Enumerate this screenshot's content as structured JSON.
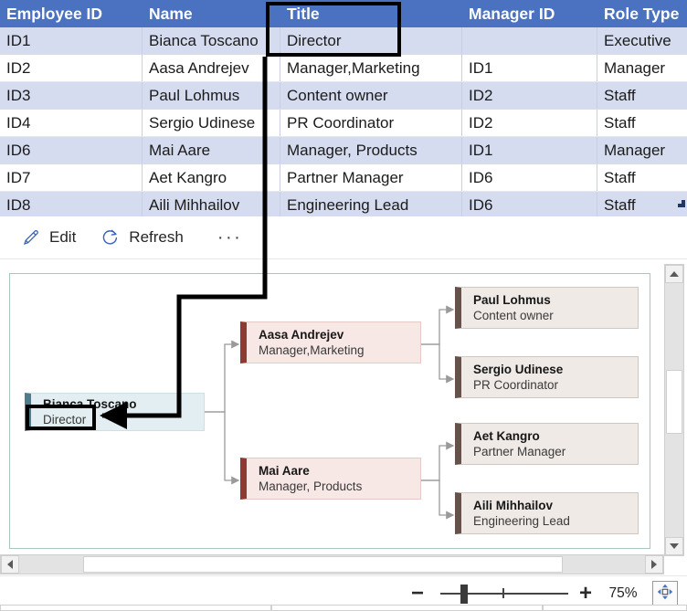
{
  "table": {
    "columns": [
      "Employee ID",
      "Name",
      "Title",
      "Manager ID",
      "Role Type"
    ],
    "rows": [
      {
        "id": "ID1",
        "name": "Bianca Toscano",
        "title": "Director",
        "manager_id": "",
        "role_type": "Executive"
      },
      {
        "id": "ID2",
        "name": "Aasa Andrejev",
        "title": "Manager,Marketing",
        "manager_id": "ID1",
        "role_type": "Manager"
      },
      {
        "id": "ID3",
        "name": "Paul Lohmus",
        "title": "Content owner",
        "manager_id": "ID2",
        "role_type": "Staff"
      },
      {
        "id": "ID4",
        "name": "Sergio Udinese",
        "title": "PR Coordinator",
        "manager_id": "ID2",
        "role_type": "Staff"
      },
      {
        "id": "ID6",
        "name": "Mai Aare",
        "title": "Manager, Products",
        "manager_id": "ID1",
        "role_type": "Manager"
      },
      {
        "id": "ID7",
        "name": "Aet Kangro",
        "title": "Partner Manager",
        "manager_id": "ID6",
        "role_type": "Staff"
      },
      {
        "id": "ID8",
        "name": "Aili Mihhailov",
        "title": "Engineering Lead",
        "manager_id": "ID6",
        "role_type": "Staff"
      }
    ],
    "header_color": "#4A72C0",
    "alt_row_color": "#D5DCEF"
  },
  "toolbar": {
    "edit_label": "Edit",
    "refresh_label": "Refresh",
    "more_label": "···",
    "edit_icon": "pencil-icon",
    "refresh_icon": "refresh-icon",
    "more_icon": "ellipsis-icon"
  },
  "chart_data": {
    "type": "diagram",
    "title": "",
    "nodes": [
      {
        "key": "root",
        "name": "Bianca Toscano",
        "title": "Director",
        "role": "Executive",
        "accent": "#4E7C8C",
        "fill": "#E2EEF1"
      },
      {
        "key": "mgr1",
        "name": "Aasa Andrejev",
        "title": "Manager,Marketing",
        "role": "Manager",
        "accent": "#8C3A33",
        "fill": "#F7E7E5"
      },
      {
        "key": "mgr2",
        "name": "Mai Aare",
        "title": "Manager, Products",
        "role": "Manager",
        "accent": "#8C3A33",
        "fill": "#F7E7E5"
      },
      {
        "key": "s1",
        "name": "Paul Lohmus",
        "title": "Content owner",
        "role": "Staff",
        "accent": "#66524A",
        "fill": "#EFEAE6"
      },
      {
        "key": "s2",
        "name": "Sergio Udinese",
        "title": "PR Coordinator",
        "role": "Staff",
        "accent": "#66524A",
        "fill": "#EFEAE6"
      },
      {
        "key": "s3",
        "name": "Aet Kangro",
        "title": "Partner Manager",
        "role": "Staff",
        "accent": "#66524A",
        "fill": "#EFEAE6"
      },
      {
        "key": "s4",
        "name": "Aili Mihhailov",
        "title": "Engineering Lead",
        "role": "Staff",
        "accent": "#66524A",
        "fill": "#EFEAE6"
      }
    ],
    "edges": [
      {
        "from": "root",
        "to": "mgr1"
      },
      {
        "from": "root",
        "to": "mgr2"
      },
      {
        "from": "mgr1",
        "to": "s1"
      },
      {
        "from": "mgr1",
        "to": "s2"
      },
      {
        "from": "mgr2",
        "to": "s3"
      },
      {
        "from": "mgr2",
        "to": "s4"
      }
    ]
  },
  "annotation": {
    "highlight_target": "Title column header and Director cell",
    "arrow_target": "Director field on Bianca Toscano node"
  },
  "zoom": {
    "minus_label": "−",
    "plus_label": "+",
    "percent": "75%",
    "fit_icon": "fit-to-screen-icon"
  },
  "scrollbars": {
    "up_icon": "chevron-up-icon",
    "down_icon": "chevron-down-icon",
    "left_icon": "chevron-left-icon",
    "right_icon": "chevron-right-icon"
  }
}
